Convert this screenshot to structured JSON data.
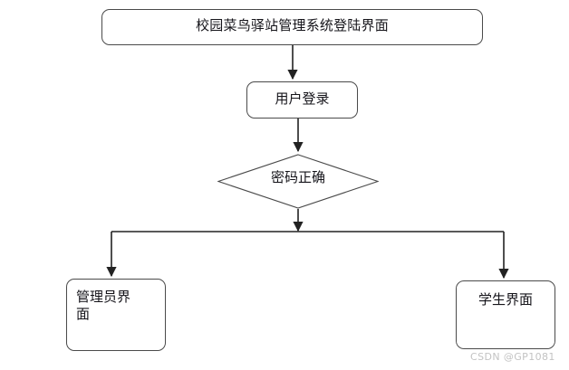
{
  "diagram": {
    "type": "flowchart",
    "title_node": "校园菜鸟驿站管理系统登陆界面",
    "background_color": "#ffffff",
    "line_color": "#222222",
    "node_border_color": "#4a4a4a",
    "nodes": [
      {
        "id": "start",
        "shape": "rounded-rectangle",
        "label": "校园菜鸟驿站管理系统登陆界面"
      },
      {
        "id": "login",
        "shape": "rounded-rectangle",
        "label": "用户登录"
      },
      {
        "id": "decision",
        "shape": "diamond",
        "label": "密码正确"
      },
      {
        "id": "admin",
        "shape": "rounded-rectangle",
        "label": "管理员界\n面"
      },
      {
        "id": "student",
        "shape": "rounded-rectangle",
        "label": "学生界面"
      }
    ],
    "edges": [
      {
        "from": "start",
        "to": "login",
        "label": ""
      },
      {
        "from": "login",
        "to": "decision",
        "label": ""
      },
      {
        "from": "decision",
        "to": "admin",
        "label": ""
      },
      {
        "from": "decision",
        "to": "student",
        "label": ""
      }
    ]
  },
  "watermark": {
    "text": "CSDN @GP1081",
    "color": "#c3c3c3"
  }
}
